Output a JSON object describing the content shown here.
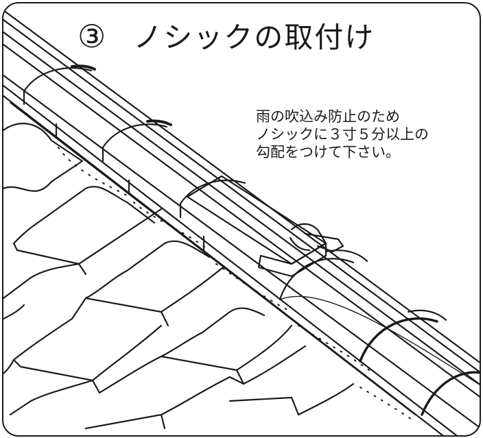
{
  "title": {
    "number": "③",
    "text": "ノシックの取付け"
  },
  "note": {
    "lines": [
      "雨の吹込み防止のため",
      "ノシックに３寸５分以上の",
      "勾配をつけて下さい。"
    ]
  },
  "colors": {
    "line": "#1a1a1a",
    "background": "#ffffff"
  }
}
